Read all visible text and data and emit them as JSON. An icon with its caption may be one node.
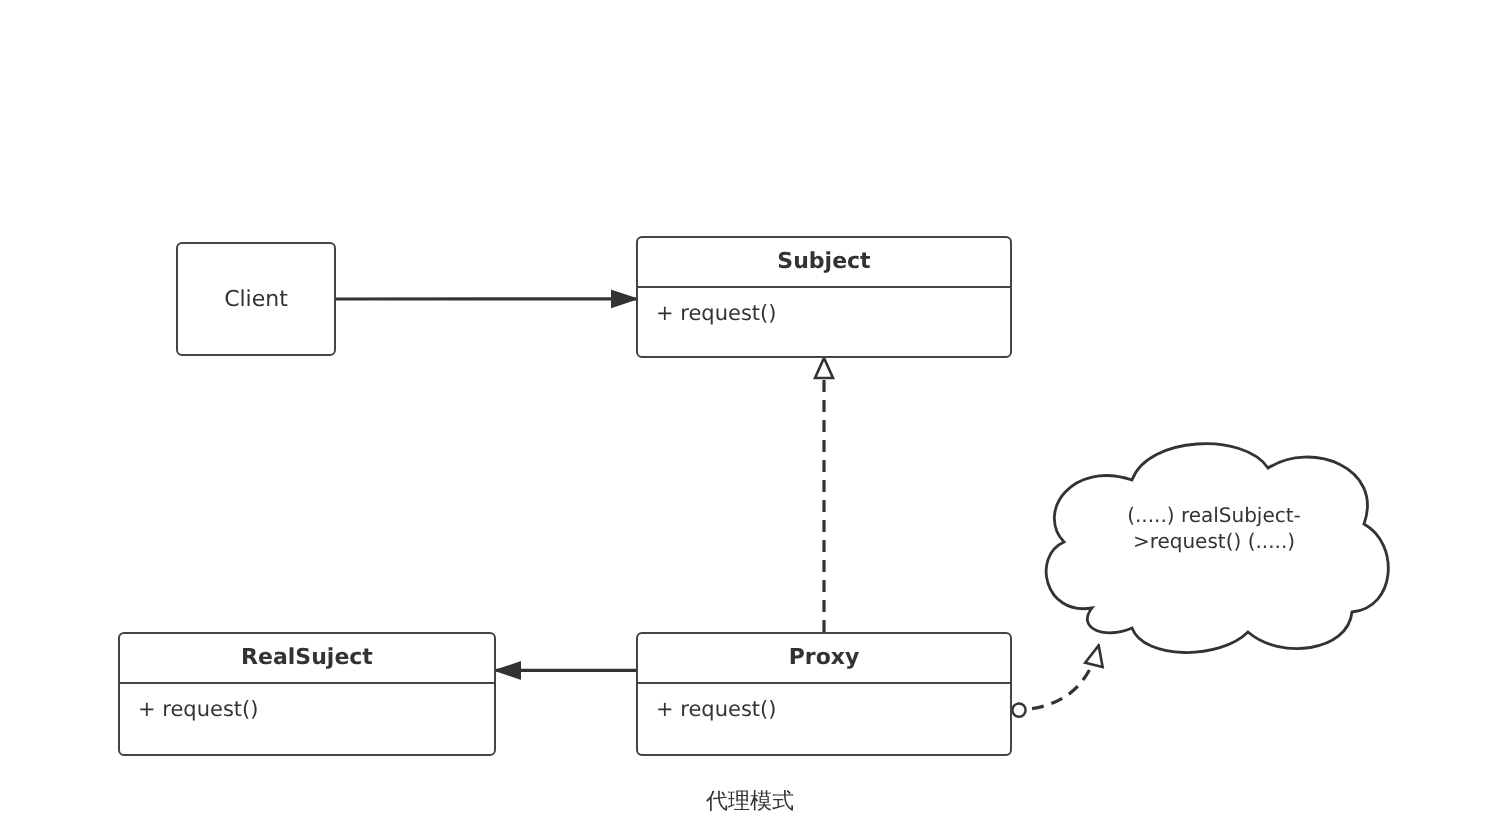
{
  "diagram": {
    "caption": "代理模式",
    "nodes": [
      {
        "text": [
          "Client"
        ]
      },
      {
        "text": [
          "Subject",
          "+ request()"
        ]
      },
      {
        "text": [
          "RealSuject",
          "+ request()"
        ]
      },
      {
        "text": [
          "Proxy",
          "+ request()"
        ]
      },
      {
        "text": [
          "(.....) realSubject->request() (.....)"
        ]
      }
    ],
    "edges": [
      {
        "from": 0,
        "to": 1,
        "arrow": "to"
      },
      {
        "from": 3,
        "to": 1,
        "arrow": "to",
        "style": "dashed"
      },
      {
        "from": 3,
        "to": 2,
        "arrow": "to"
      },
      {
        "from": 3,
        "to": 4,
        "arrow": "to",
        "style": "dashed"
      }
    ]
  }
}
